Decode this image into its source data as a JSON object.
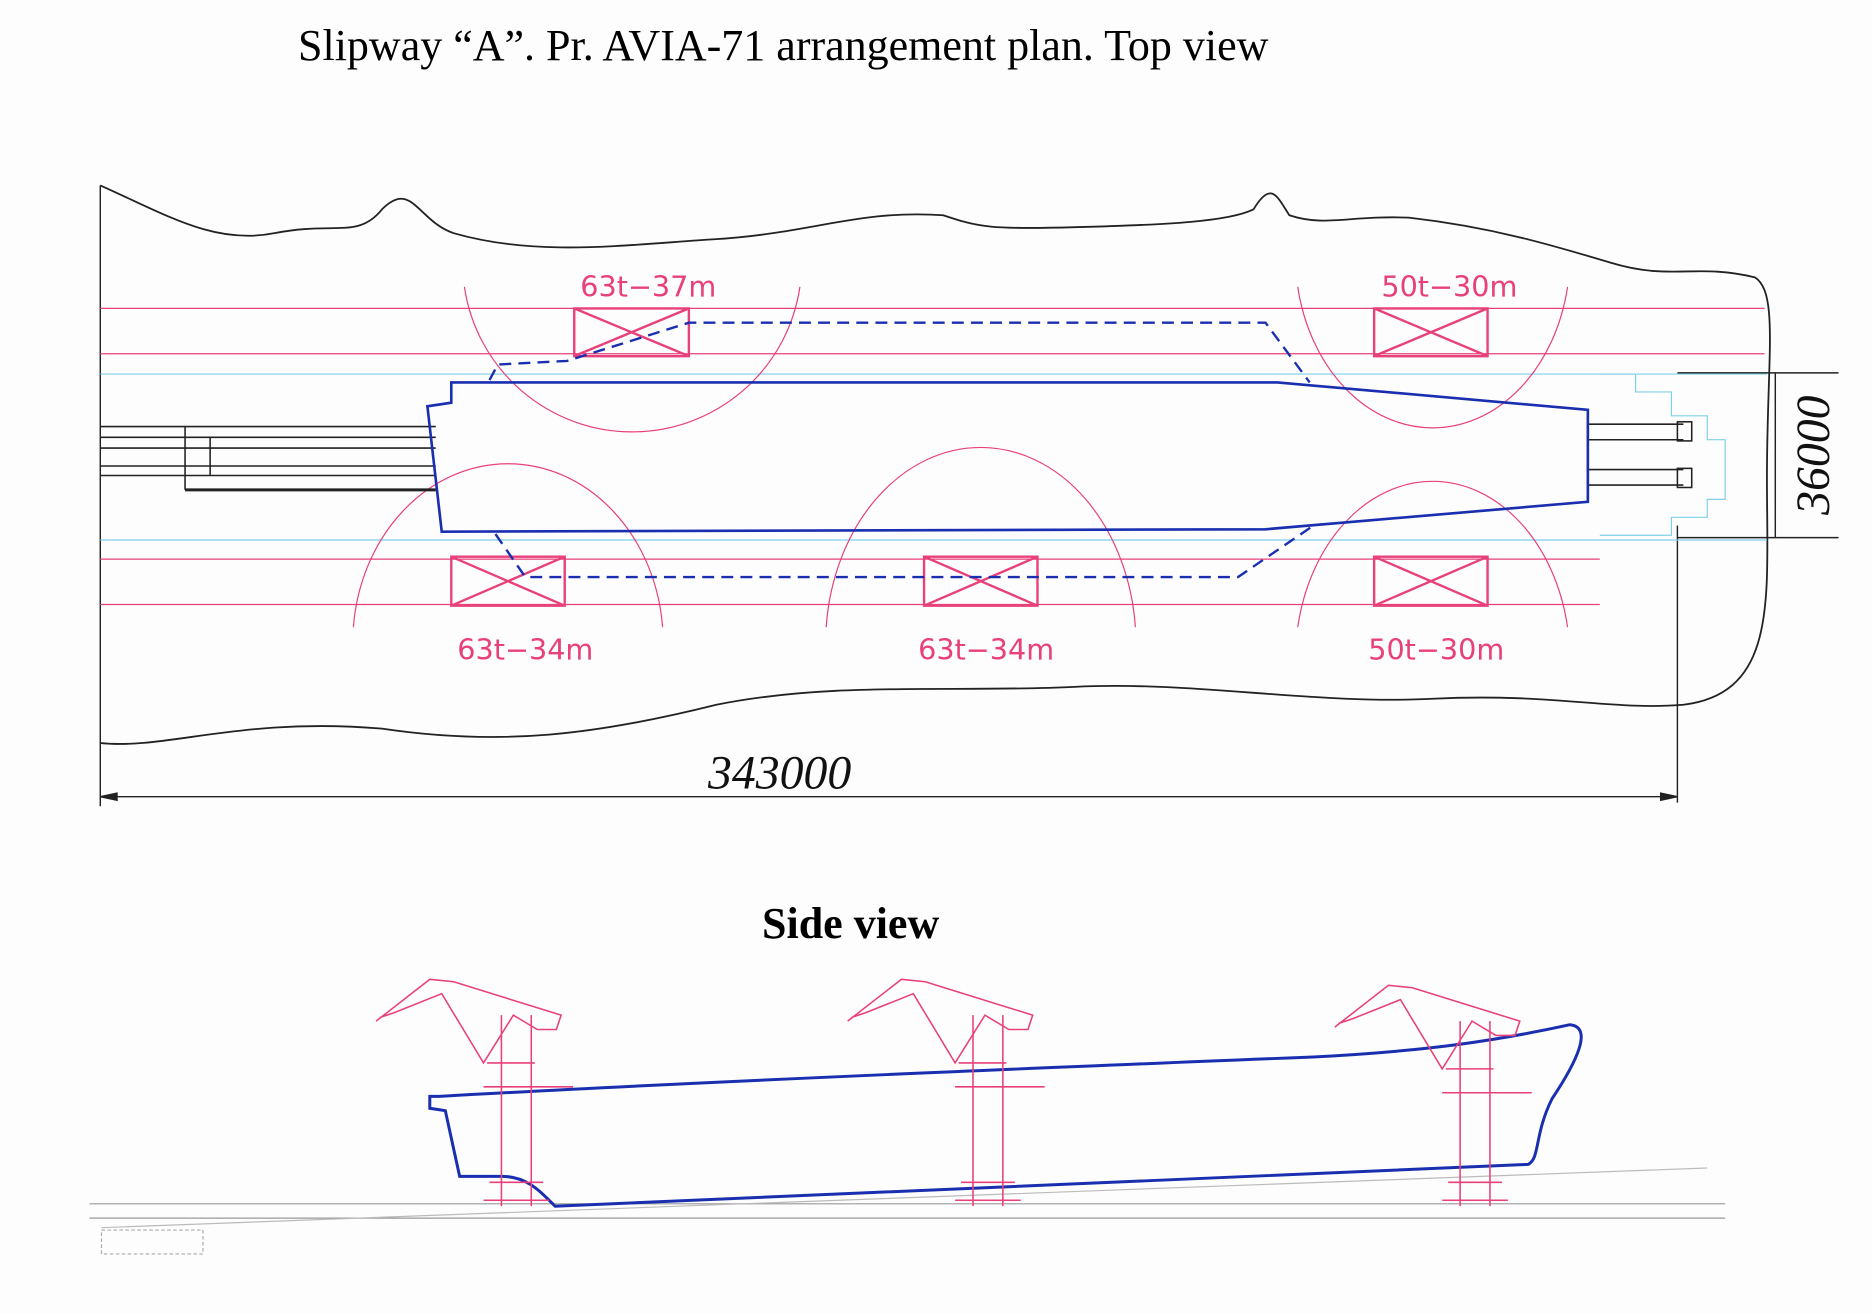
{
  "title": "Slipway “A”. Pr. AVIA-71 arrangement plan. Top view",
  "side_title": "Side view",
  "dimensions": {
    "length": "343000",
    "width": "36000"
  },
  "cranes_top": [
    {
      "label": "63t−37m"
    },
    {
      "label": "50t−30m"
    },
    {
      "label": "63t−34m"
    },
    {
      "label": "63t−34m"
    },
    {
      "label": "50t−30m"
    }
  ],
  "colors": {
    "hull": "#1a2fb0",
    "crane": "#e8407a",
    "rail_cyan": "#7fd0e8",
    "shore": "#222222"
  }
}
